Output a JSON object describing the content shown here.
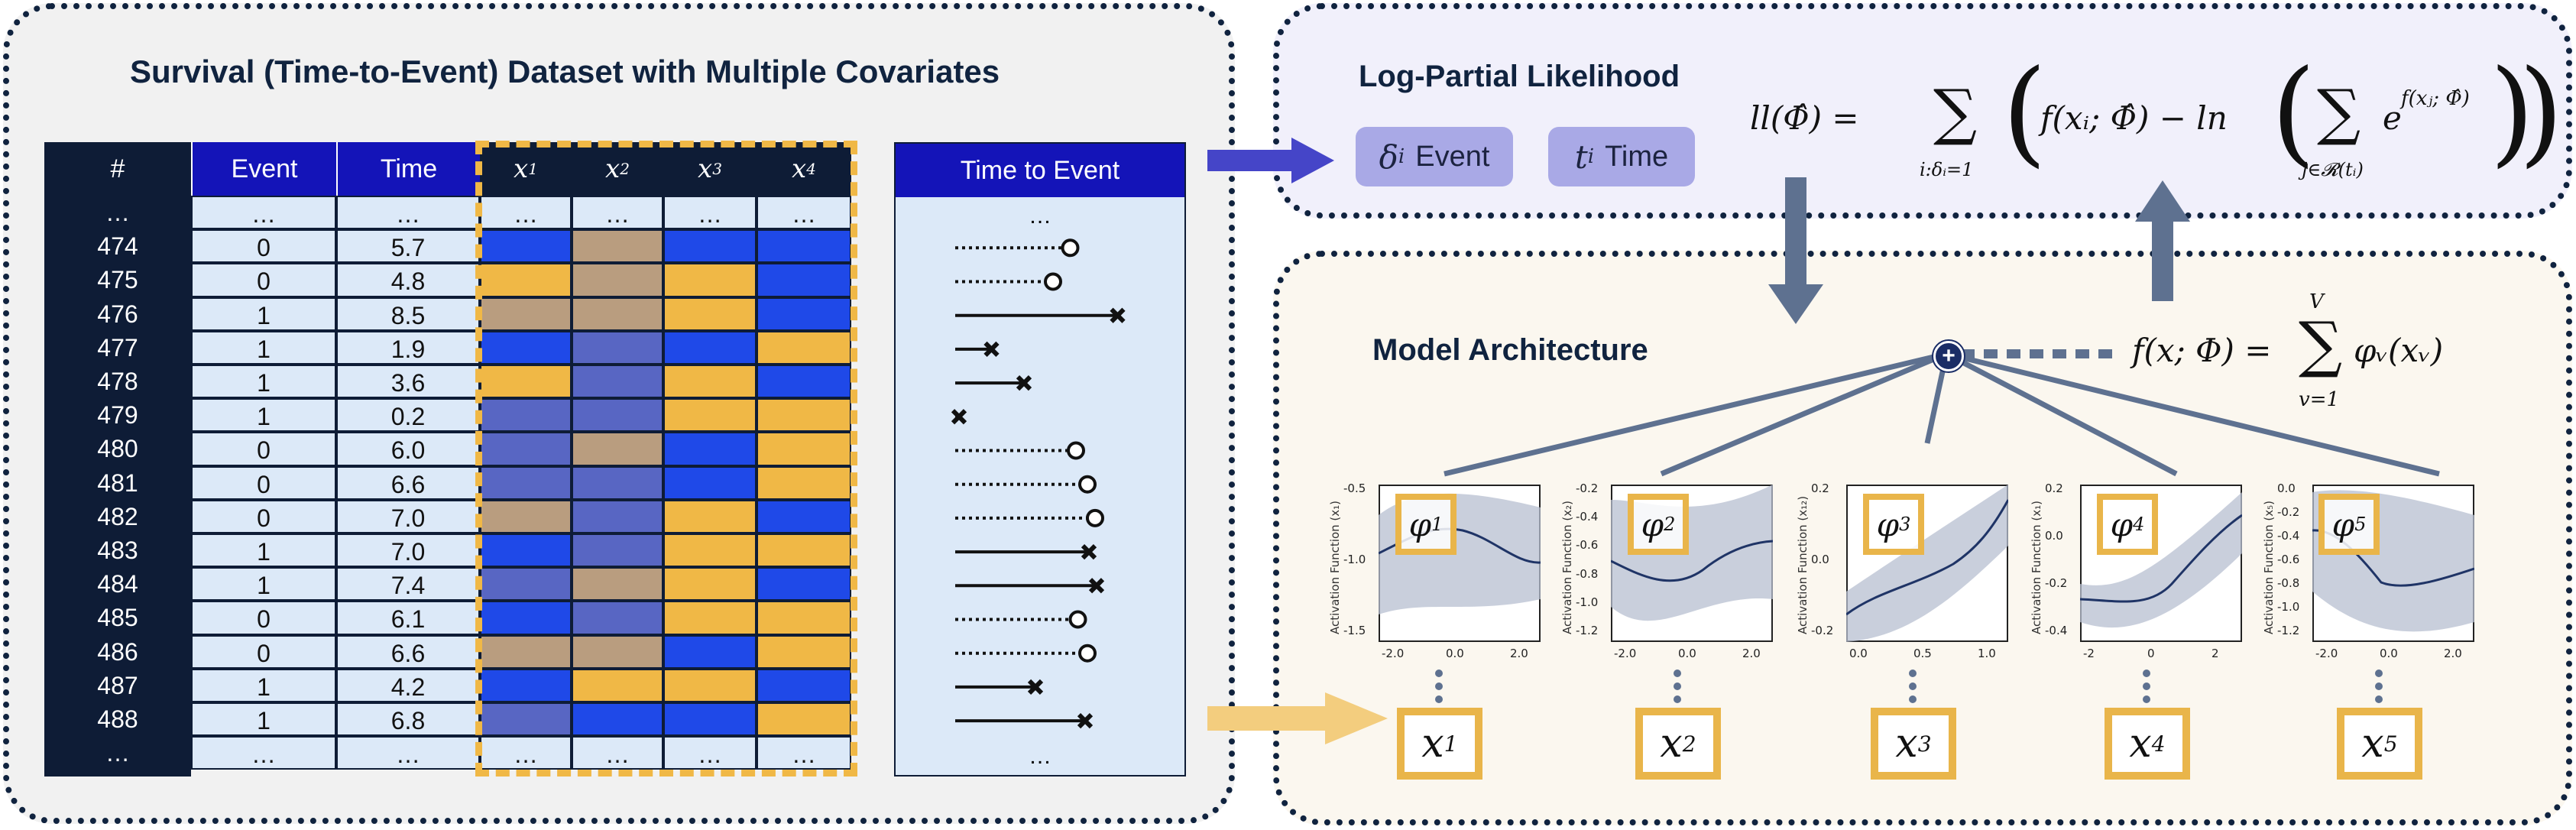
{
  "left_panel": {
    "title": "Survival (Time-to-Event) Dataset with Multiple Covariates",
    "table_headers": {
      "id": "#",
      "event": "Event",
      "time": "Time",
      "x1": "x",
      "x1_sub": "1",
      "x2": "x",
      "x2_sub": "2",
      "x3": "x",
      "x3_sub": "3",
      "x4": "x",
      "x4_sub": "4"
    },
    "ellipsis": "…",
    "rows": [
      {
        "id": "474",
        "event": "0",
        "time": "5.7",
        "cov": [
          "blue",
          "tan",
          "blue",
          "blue"
        ],
        "dur": 5.7,
        "ev": 0
      },
      {
        "id": "475",
        "event": "0",
        "time": "4.8",
        "cov": [
          "gold",
          "tan",
          "gold",
          "blue"
        ],
        "dur": 4.8,
        "ev": 0
      },
      {
        "id": "476",
        "event": "1",
        "time": "8.5",
        "cov": [
          "tan",
          "tan",
          "gold",
          "blue"
        ],
        "dur": 8.5,
        "ev": 1
      },
      {
        "id": "477",
        "event": "1",
        "time": "1.9",
        "cov": [
          "blue",
          "slate",
          "blue",
          "gold"
        ],
        "dur": 1.9,
        "ev": 1
      },
      {
        "id": "478",
        "event": "1",
        "time": "3.6",
        "cov": [
          "gold",
          "slate",
          "gold",
          "blue"
        ],
        "dur": 3.6,
        "ev": 1
      },
      {
        "id": "479",
        "event": "1",
        "time": "0.2",
        "cov": [
          "slate",
          "slate",
          "gold",
          "gold"
        ],
        "dur": 0.2,
        "ev": 1
      },
      {
        "id": "480",
        "event": "0",
        "time": "6.0",
        "cov": [
          "slate",
          "tan",
          "blue",
          "gold"
        ],
        "dur": 6.0,
        "ev": 0
      },
      {
        "id": "481",
        "event": "0",
        "time": "6.6",
        "cov": [
          "slate",
          "slate",
          "blue",
          "gold"
        ],
        "dur": 6.6,
        "ev": 0
      },
      {
        "id": "482",
        "event": "0",
        "time": "7.0",
        "cov": [
          "tan",
          "slate",
          "gold",
          "blue"
        ],
        "dur": 7.0,
        "ev": 0
      },
      {
        "id": "483",
        "event": "1",
        "time": "7.0",
        "cov": [
          "blue",
          "slate",
          "gold",
          "gold"
        ],
        "dur": 7.0,
        "ev": 1
      },
      {
        "id": "484",
        "event": "1",
        "time": "7.4",
        "cov": [
          "slate",
          "tan",
          "gold",
          "blue"
        ],
        "dur": 7.4,
        "ev": 1
      },
      {
        "id": "485",
        "event": "0",
        "time": "6.1",
        "cov": [
          "blue",
          "slate",
          "gold",
          "gold"
        ],
        "dur": 6.1,
        "ev": 0
      },
      {
        "id": "486",
        "event": "0",
        "time": "6.6",
        "cov": [
          "tan",
          "tan",
          "blue",
          "gold"
        ],
        "dur": 6.6,
        "ev": 0
      },
      {
        "id": "487",
        "event": "1",
        "time": "4.2",
        "cov": [
          "blue",
          "gold",
          "gold",
          "blue"
        ],
        "dur": 4.2,
        "ev": 1
      },
      {
        "id": "488",
        "event": "1",
        "time": "6.8",
        "cov": [
          "slate",
          "blue",
          "blue",
          "gold"
        ],
        "dur": 6.8,
        "ev": 1
      }
    ],
    "tte_header": "Time to Event"
  },
  "log_likelihood": {
    "title": "Log-Partial Likelihood",
    "event_symbol": "δ",
    "event_sub": "i",
    "event_label": "Event",
    "time_symbol": "t",
    "time_sub": "i",
    "time_label": "Time",
    "formula_lhs": "ll(Φ̂) =",
    "formula_sum_sub": "i:δᵢ=1",
    "formula_body_a": "f(xᵢ; Φ̂) − ln",
    "formula_inner_sub": "j∈𝓡(tᵢ)",
    "formula_exp": "f(xⱼ; Φ̂)",
    "formula_e": "e",
    "sum_symbol": "∑"
  },
  "model": {
    "title": "Model Architecture",
    "formula_lhs": "f(x; Φ) =",
    "formula_sum_sup": "V",
    "formula_sum_sub": "v=1",
    "formula_rhs": "φᵥ(xᵥ)",
    "plus_symbol": "+",
    "y_axis_label": "Activation Function",
    "plots": [
      {
        "phi": "φ",
        "sub": "1",
        "x": "x",
        "xsub": "1",
        "ylabel_sub": "(x₁)",
        "xticks": [
          "-2.0",
          "0.0",
          "2.0"
        ],
        "yticks": [
          "-0.5",
          "-1.0",
          "-1.5"
        ]
      },
      {
        "phi": "φ",
        "sub": "2",
        "x": "x",
        "xsub": "2",
        "ylabel_sub": "(x₂)",
        "xticks": [
          "-2.0",
          "0.0",
          "2.0"
        ],
        "yticks": [
          "-0.2",
          "-0.4",
          "-0.6",
          "-0.8",
          "-1.0",
          "-1.2"
        ]
      },
      {
        "phi": "φ",
        "sub": "3",
        "x": "x",
        "xsub": "3",
        "ylabel_sub": "(x₁₂)",
        "xticks": [
          "0.0",
          "0.5",
          "1.0"
        ],
        "yticks": [
          "0.2",
          "0.0",
          "-0.2"
        ]
      },
      {
        "phi": "φ",
        "sub": "4",
        "x": "x",
        "xsub": "4",
        "ylabel_sub": "(x₁)",
        "xticks": [
          "-2",
          "0",
          "2"
        ],
        "yticks": [
          "0.2",
          "0.0",
          "-0.2",
          "-0.4"
        ]
      },
      {
        "phi": "φ",
        "sub": "5",
        "x": "x",
        "xsub": "5",
        "ylabel_sub": "(x₅)",
        "xticks": [
          "-2.0",
          "0.0",
          "2.0"
        ],
        "yticks": [
          "0.0",
          "-0.2",
          "-0.4",
          "-0.6",
          "-0.8",
          "-1.0",
          "-1.2"
        ]
      }
    ]
  },
  "colors": {
    "navy": "#0e1c36",
    "header_blue": "#1414b8",
    "cell_light": "#dce9f8",
    "gold": "#f0b846",
    "blue": "#1f49e8",
    "tan": "#b99d7f",
    "slate": "#5866c3",
    "arrow_blue": "#4545c8",
    "arrow_gold": "#f3cd7e",
    "steel": "#5e7190"
  }
}
